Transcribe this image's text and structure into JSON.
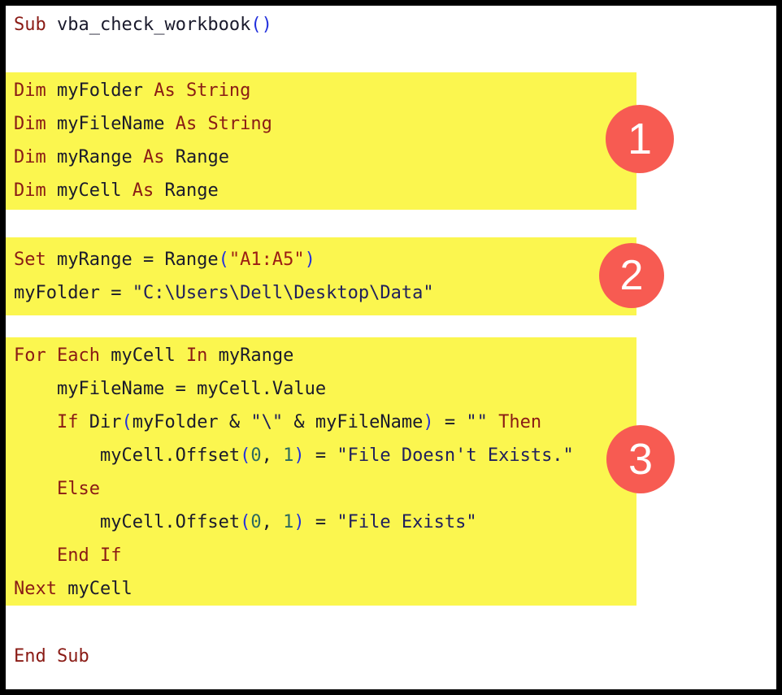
{
  "palette": {
    "keyword": "#8a1b15",
    "plain": "#1a1a2c",
    "paren": "#2230dd",
    "string": "#20205c",
    "string_accent": "#9b1c13",
    "number": "#2d6a5f",
    "highlight": "#fbf64f",
    "badge": "#f75b52",
    "badge_text": "#ffffff",
    "border": "#000000",
    "background": "#ffffff"
  },
  "badges": [
    {
      "label": "1"
    },
    {
      "label": "2"
    },
    {
      "label": "3"
    }
  ],
  "code": {
    "language": "vba",
    "sections": [
      {
        "name": "sub-declaration",
        "highlighted": false,
        "lines": [
          [
            {
              "t": "Sub",
              "c": "kw"
            },
            {
              "t": " vba_check_workbook",
              "c": "pl"
            },
            {
              "t": "()",
              "c": "pr"
            }
          ]
        ]
      },
      {
        "name": "variable-declarations",
        "highlighted": true,
        "badge": "1",
        "lines": [
          [
            {
              "t": "Dim",
              "c": "kw"
            },
            {
              "t": " myFolder ",
              "c": "pl"
            },
            {
              "t": "As String",
              "c": "kw"
            }
          ],
          [
            {
              "t": "Dim",
              "c": "kw"
            },
            {
              "t": " myFileName ",
              "c": "pl"
            },
            {
              "t": "As String",
              "c": "kw"
            }
          ],
          [
            {
              "t": "Dim",
              "c": "kw"
            },
            {
              "t": " myRange ",
              "c": "pl"
            },
            {
              "t": "As",
              "c": "kw"
            },
            {
              "t": " Range",
              "c": "pl"
            }
          ],
          [
            {
              "t": "Dim",
              "c": "kw"
            },
            {
              "t": " myCell ",
              "c": "pl"
            },
            {
              "t": "As",
              "c": "kw"
            },
            {
              "t": " Range",
              "c": "pl"
            }
          ]
        ]
      },
      {
        "name": "range-and-folder-setup",
        "highlighted": true,
        "badge": "2",
        "lines": [
          [
            {
              "t": "Set",
              "c": "kw"
            },
            {
              "t": " myRange = Range",
              "c": "pl"
            },
            {
              "t": "(",
              "c": "pr"
            },
            {
              "t": "\"A1:A5\"",
              "c": "s2"
            },
            {
              "t": ")",
              "c": "pr"
            }
          ],
          [
            {
              "t": "myFolder = ",
              "c": "pl"
            },
            {
              "t": "\"C:\\Users\\Dell\\Desktop\\Data\"",
              "c": "st"
            }
          ]
        ]
      },
      {
        "name": "foreach-loop",
        "highlighted": true,
        "badge": "3",
        "lines": [
          [
            {
              "t": "For Each",
              "c": "kw"
            },
            {
              "t": " myCell ",
              "c": "pl"
            },
            {
              "t": "In",
              "c": "kw"
            },
            {
              "t": " myRange",
              "c": "pl"
            }
          ],
          [
            {
              "t": "    myFileName = myCell.Value",
              "c": "pl"
            }
          ],
          [
            {
              "t": "    ",
              "c": "pl"
            },
            {
              "t": "If",
              "c": "kw"
            },
            {
              "t": " Dir",
              "c": "pl"
            },
            {
              "t": "(",
              "c": "pr"
            },
            {
              "t": "myFolder & ",
              "c": "pl"
            },
            {
              "t": "\"\\\"",
              "c": "st"
            },
            {
              "t": " & myFileName",
              "c": "pl"
            },
            {
              "t": ")",
              "c": "pr"
            },
            {
              "t": " = ",
              "c": "pl"
            },
            {
              "t": "\"\"",
              "c": "st"
            },
            {
              "t": " ",
              "c": "pl"
            },
            {
              "t": "Then",
              "c": "kw"
            }
          ],
          [
            {
              "t": "        myCell.Offset",
              "c": "pl"
            },
            {
              "t": "(",
              "c": "pr"
            },
            {
              "t": "0",
              "c": "nu"
            },
            {
              "t": ", ",
              "c": "pl"
            },
            {
              "t": "1",
              "c": "nu"
            },
            {
              "t": ")",
              "c": "pr"
            },
            {
              "t": " = ",
              "c": "pl"
            },
            {
              "t": "\"File Doesn't Exists.\"",
              "c": "st"
            }
          ],
          [
            {
              "t": "    ",
              "c": "pl"
            },
            {
              "t": "Else",
              "c": "kw"
            }
          ],
          [
            {
              "t": "        myCell.Offset",
              "c": "pl"
            },
            {
              "t": "(",
              "c": "pr"
            },
            {
              "t": "0",
              "c": "nu"
            },
            {
              "t": ", ",
              "c": "pl"
            },
            {
              "t": "1",
              "c": "nu"
            },
            {
              "t": ")",
              "c": "pr"
            },
            {
              "t": " = ",
              "c": "pl"
            },
            {
              "t": "\"File Exists\"",
              "c": "st"
            }
          ],
          [
            {
              "t": "    ",
              "c": "pl"
            },
            {
              "t": "End If",
              "c": "kw"
            }
          ],
          [
            {
              "t": "Next",
              "c": "kw"
            },
            {
              "t": " myCell",
              "c": "pl"
            }
          ]
        ]
      },
      {
        "name": "end-sub",
        "highlighted": false,
        "lines": [
          [
            {
              "t": "End Sub",
              "c": "kw"
            }
          ]
        ]
      }
    ]
  }
}
